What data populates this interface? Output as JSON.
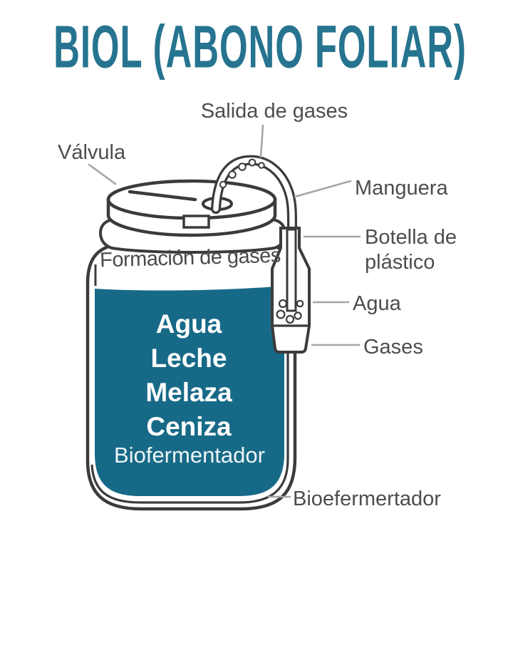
{
  "title": "BIOL (ABONO FOLIAR)",
  "callouts": {
    "salida_de_gases": "Salida de gases",
    "valvula": "Válvula",
    "manguera": "Manguera",
    "botella_line1": "Botella de",
    "botella_line2": "plástico",
    "agua": "Agua",
    "gases": "Gases",
    "bioefermertador": "Bioefermertador"
  },
  "jar": {
    "gas_zone_label": "Formación de gases",
    "ingredients": [
      "Agua",
      "Leche",
      "Melaza",
      "Ceniza"
    ],
    "container_label": "Biofermentador"
  },
  "colors": {
    "title_teal": "#26748f",
    "liquid_teal": "#176a87",
    "outline_dark": "#3b3b3b",
    "label_gray": "#4d4d4d",
    "leader_gray": "#a6a6a6",
    "background": "#ffffff"
  }
}
